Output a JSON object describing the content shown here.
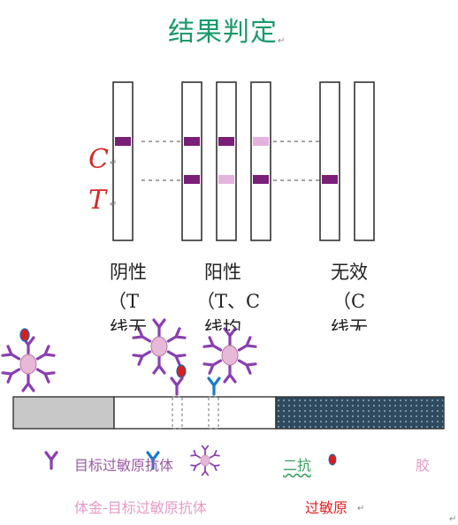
{
  "title": "结果判定",
  "line_labels": {
    "c": "C",
    "t": "T"
  },
  "groups": [
    {
      "label": "阴性",
      "note_1": "（T",
      "note_2": "线无"
    },
    {
      "label": "阳性",
      "note_1": "（T、C",
      "note_2": "线均"
    },
    {
      "label": "无效",
      "note_1": "（C",
      "note_2": "线无"
    }
  ],
  "legend": {
    "antibody": "目标过敏原抗体",
    "secondary_antibody": "二抗",
    "colloid_partial": "胶",
    "gold_conjugate": "体金-目标过敏原抗体",
    "allergen": "过敏原"
  },
  "colors": {
    "title": "#1a9a6a",
    "line_strong": "#7a1f78",
    "line_weak": "#e3b3dd",
    "antibody_purple": "#8a3fb0",
    "antibody_blue": "#1a7ac8",
    "allergen_red": "#d42020",
    "label_red": "#d22a2a"
  }
}
